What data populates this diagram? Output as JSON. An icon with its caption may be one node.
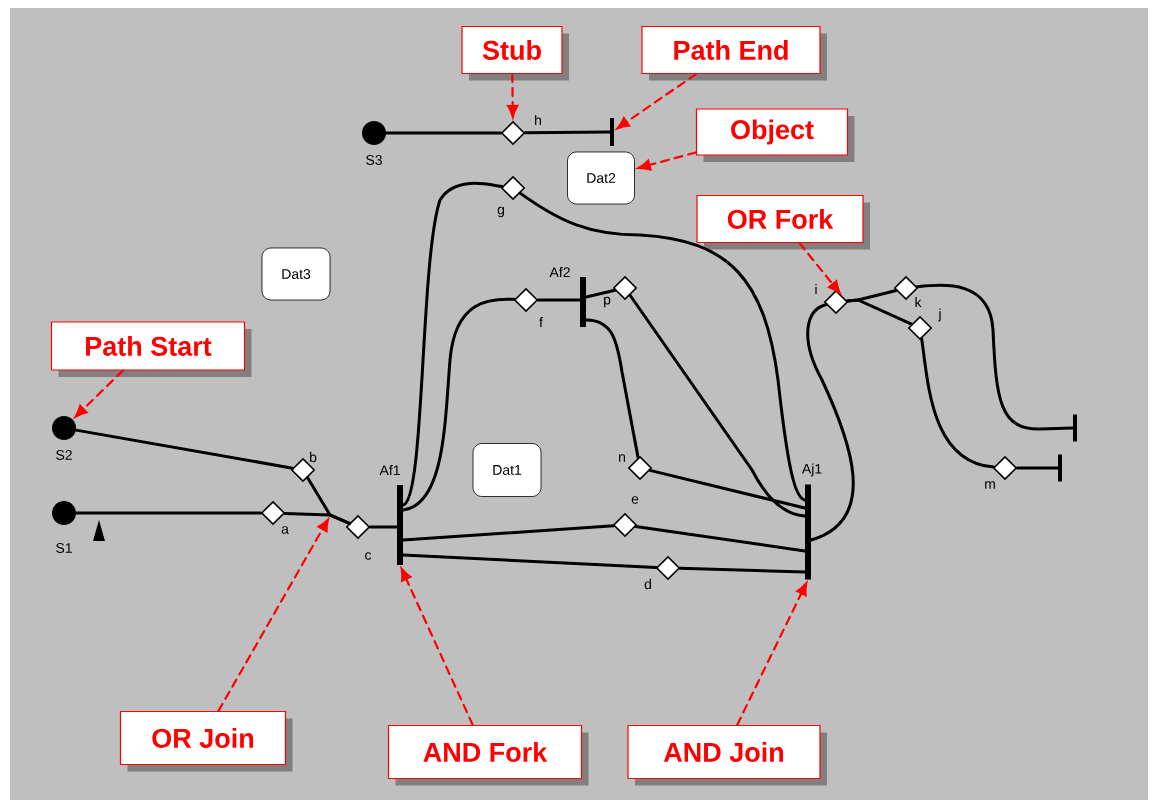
{
  "diagram": {
    "nodes": [
      {
        "text": [
          "Stub"
        ]
      },
      {
        "text": [
          "Path End"
        ]
      },
      {
        "text": [
          "Object"
        ]
      },
      {
        "text": [],
        "shape": "circle",
        "beside": [
          "S3"
        ]
      },
      {
        "text": [],
        "shape": "diamond",
        "beside": [
          "h"
        ]
      },
      {
        "text": [],
        "shape": "bar"
      },
      {
        "text": [
          "Dat2"
        ]
      },
      {
        "text": [],
        "shape": "diamond",
        "beside": [
          "g"
        ]
      },
      {
        "text": [
          "OR Fork"
        ]
      },
      {
        "text": [
          "Dat3"
        ]
      },
      {
        "text": [],
        "shape": "bar",
        "beside": [
          "Af2"
        ]
      },
      {
        "text": [],
        "shape": "diamond",
        "beside": [
          "f"
        ]
      },
      {
        "text": [],
        "shape": "diamond",
        "beside": [
          "p"
        ]
      },
      {
        "text": [],
        "shape": "diamond",
        "beside": [
          "i"
        ]
      },
      {
        "text": [],
        "shape": "diamond",
        "beside": [
          "k"
        ]
      },
      {
        "text": [],
        "shape": "diamond",
        "beside": [
          "j"
        ]
      },
      {
        "text": [
          "Path Start"
        ]
      },
      {
        "text": [],
        "shape": "circle",
        "beside": [
          "S2"
        ]
      },
      {
        "text": [],
        "shape": "diamond",
        "beside": [
          "b"
        ]
      },
      {
        "text": [],
        "shape": "bar"
      },
      {
        "text": [],
        "shape": "bar",
        "beside": [
          "Af1"
        ]
      },
      {
        "text": [
          "Dat1"
        ]
      },
      {
        "text": [],
        "shape": "diamond",
        "beside": [
          "n"
        ]
      },
      {
        "text": [],
        "shape": "bar",
        "beside": [
          "Aj1"
        ]
      },
      {
        "text": [],
        "shape": "diamond",
        "beside": [
          "m"
        ]
      },
      {
        "text": [],
        "shape": "bar"
      },
      {
        "text": [],
        "shape": "circle",
        "beside": [
          "S1"
        ]
      },
      {
        "text": [],
        "shape": "diamond",
        "beside": [
          "a"
        ]
      },
      {
        "text": [],
        "shape": "diamond",
        "beside": [
          "e"
        ]
      },
      {
        "text": [],
        "shape": "diamond",
        "beside": [
          "c"
        ]
      },
      {
        "text": [],
        "shape": "diamond",
        "beside": [
          "d"
        ]
      },
      {
        "text": [
          "OR Join"
        ]
      },
      {
        "text": [
          "AND Fork"
        ]
      },
      {
        "text": [
          "AND Join"
        ]
      }
    ],
    "edges": [
      {
        "from": 3,
        "to": 4,
        "arrow": "none"
      },
      {
        "from": 4,
        "to": 5,
        "arrow": "none"
      },
      {
        "from": 17,
        "to": 18,
        "arrow": "none"
      },
      {
        "from": 18,
        "to": 29,
        "arrow": "none"
      },
      {
        "from": 26,
        "to": 27,
        "arrow": "none"
      },
      {
        "from": 27,
        "to": 29,
        "arrow": "none"
      },
      {
        "from": 29,
        "to": 20,
        "arrow": "none"
      },
      {
        "from": 20,
        "to": 7,
        "arrow": "none"
      },
      {
        "from": 7,
        "to": 23,
        "arrow": "none"
      },
      {
        "from": 20,
        "to": 11,
        "arrow": "none"
      },
      {
        "from": 11,
        "to": 10,
        "arrow": "none"
      },
      {
        "from": 10,
        "to": 12,
        "arrow": "none"
      },
      {
        "from": 12,
        "to": 23,
        "arrow": "none"
      },
      {
        "from": 10,
        "to": 22,
        "arrow": "none"
      },
      {
        "from": 22,
        "to": 23,
        "arrow": "none"
      },
      {
        "from": 20,
        "to": 28,
        "arrow": "none"
      },
      {
        "from": 28,
        "to": 23,
        "arrow": "none"
      },
      {
        "from": 20,
        "to": 30,
        "arrow": "none"
      },
      {
        "from": 30,
        "to": 23,
        "arrow": "none"
      },
      {
        "from": 23,
        "to": 13,
        "arrow": "none"
      },
      {
        "from": 13,
        "to": 14,
        "arrow": "none"
      },
      {
        "from": 13,
        "to": 15,
        "arrow": "none"
      },
      {
        "from": 14,
        "to": 19,
        "arrow": "none"
      },
      {
        "from": 15,
        "to": 24,
        "arrow": "none"
      },
      {
        "from": 24,
        "to": 25,
        "arrow": "none"
      },
      {
        "from": 0,
        "to": 4,
        "arrow": "to",
        "style": "dashed",
        "color": "#ff0000"
      },
      {
        "from": 1,
        "to": 5,
        "arrow": "to",
        "style": "dashed",
        "color": "#ff0000"
      },
      {
        "from": 2,
        "to": 6,
        "arrow": "to",
        "style": "dashed",
        "color": "#ff0000"
      },
      {
        "from": 8,
        "to": 13,
        "arrow": "to",
        "style": "dashed",
        "color": "#ff0000"
      },
      {
        "from": 16,
        "to": 17,
        "arrow": "to",
        "style": "dashed",
        "color": "#ff0000"
      },
      {
        "from": 31,
        "to": null,
        "arrow": "to",
        "style": "dashed",
        "color": "#ff0000"
      },
      {
        "from": 32,
        "to": 20,
        "arrow": "to",
        "style": "dashed",
        "color": "#ff0000"
      },
      {
        "from": 33,
        "to": 23,
        "arrow": "to",
        "style": "dashed",
        "color": "#ff0000"
      }
    ]
  }
}
